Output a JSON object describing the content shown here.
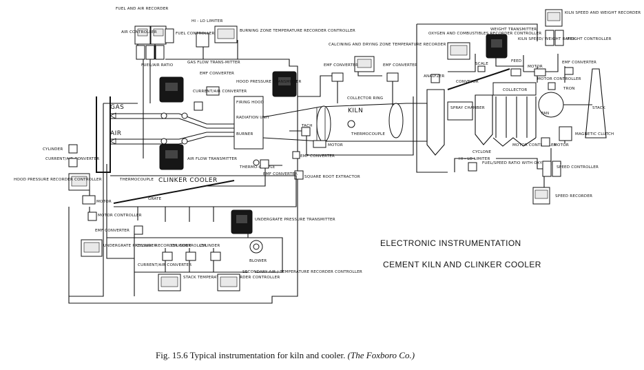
{
  "title": {
    "line1": "ELECTRONIC INSTRUMENTATION",
    "line2": "CEMENT KILN AND CLINKER COOLER"
  },
  "caption": {
    "main": "Fig. 15.6  Typical instrumentation for kiln and cooler. ",
    "source": "(The Foxboro Co.)"
  },
  "labels": {
    "fuel_air_recorder": "FUEL AND AIR RECORDER",
    "air_controller": "AIR CONTROLLER",
    "fuel_air_ratio": "FUEL/AIR RATIO",
    "hi_lo_limiter_top": "HI - LO LIMITER",
    "fuel_controller": "FUEL CONTROLLER",
    "burning_zone": "BURNING ZONE TEMPERATURE RECORDER CONTROLLER",
    "gas_flow_transmitter": "GAS FLOW TRANS-MITTER",
    "emf_converter_1": "EMF CONVERTER",
    "hood_pressure_transmitter": "HOOD PRESSURE TRANSMITTER",
    "current_air_converter_1": "CURRENT/AIR CONVERTER",
    "gas": "GAS",
    "air": "AIR",
    "air_flow_transmitter": "AIR FLOW TRANSMITTER",
    "firing_hood": "FIRING HOOD",
    "radiation_unit": "RADIATION UNIT",
    "burner": "BURNER",
    "calcining_zone": "CALCINING AND DRYING ZONE TEMPERATURE RECORDER",
    "emf_converter_2": "EMF CONVERTER",
    "emf_converter_3": "EMF CONVERTER",
    "collector_ring": "COLLECTOR RING",
    "kiln": "KILN",
    "thermocouple_kiln": "THERMOCOUPLE",
    "tach": "TACH",
    "motor_kiln": "MOTOR",
    "emf_converter_4": "EMF CONVERTER",
    "square_root_extractor": "SQUARE ROOT EXTRACTOR",
    "cylinder_left": "CYLINDER",
    "current_air_converter_left": "CURRENT/AIR CONVERTER",
    "hood_pressure_recorder": "HOOD PRESSURE RECORDER CONTROLLER",
    "thermocouple_cooler": "THERMOCOUPLE",
    "clinker_cooler": "CLINKER COOLER",
    "thermo_couple_hood": "THERMO-COUPLE",
    "emf_converter_5": "EMF CONVERTER",
    "grate": "GRATE",
    "motor_cooler": "MOTOR",
    "motor_controller_cooler": "MOTOR CONTROLLER",
    "undergrate_pressure_transmitter": "UNDERGRATE PRESSURE TRANSMITTER",
    "emf_converter_6": "EMF CONVERTER",
    "undergrate_recorder": "UNDERGRATE PRESSURE RECORDER CONTROLLER",
    "cylinder_a": "CYLINDER",
    "cylinder_b": "CYLINDER",
    "cylinder_c": "CYLINDER",
    "current_air_converter_bottom": "CURRENT/AIR CONVERTER",
    "blower": "BLOWER",
    "stack_temp_recorder": "STACK TEMPERATURE RECORDER CONTROLLER",
    "secondary_air_recorder": "SECONDARY AIR / TEMPERATURE RECORDER CONTROLLER",
    "oxygen_recorder": "OXYGEN AND COMBUSTIBLES RECORDER CONTROLLER",
    "weight_transmitter": "WEIGHT TRANSMITTER",
    "kiln_speed_recorder": "KILN SPEED AND WEIGHT RECORDER",
    "kiln_speed_ratio": "KILN SPEED/ WEIGHT RATIO",
    "weight_controller": "WEIGHT CONTROLLER",
    "analyzer": "ANALYZER",
    "conveyor": "CONVEYOR",
    "scale": "SCALE",
    "feed": "FEED",
    "motor_feed": "MOTOR",
    "emf_converter_7": "EMF CONVERTER",
    "motor_controller_top": "MOTOR CONTROLLER",
    "collector": "COLLECTOR",
    "tron": "TRON",
    "spray_chamber": "SPRAY CHAMBER",
    "fan": "FAN",
    "stack": "STACK",
    "cyclone": "CYCLONE",
    "motor_controller_fan": "MOTOR CONTROLLER",
    "motor_fan": "MOTOR",
    "magnetic_clutch": "MAGNETIC CLUTCH",
    "hi_lo_limiter_right": "HI - LO LIMITER",
    "fuel_speed_ratio": "FUEL/SPEED RATIO WITH OXYGEN BIAS",
    "speed_controller": "SPEED CONTROLLER",
    "speed_recorder": "SPEED RECORDER"
  }
}
